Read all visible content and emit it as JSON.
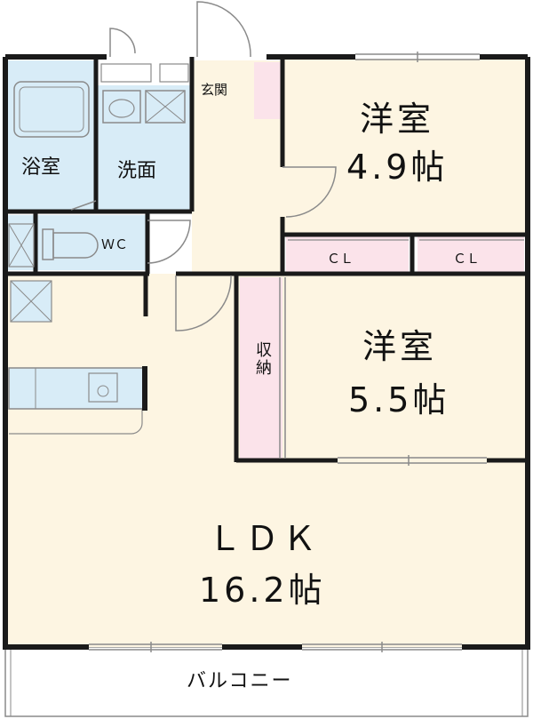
{
  "floorplan": {
    "rooms": {
      "western_room_1": {
        "name": "洋室",
        "size": "4.9帖"
      },
      "western_room_2": {
        "name": "洋室",
        "size": "5.5帖"
      },
      "ldk": {
        "name": "ＬＤＫ",
        "size": "16.2帖"
      },
      "bath": {
        "name": "浴室"
      },
      "washroom": {
        "name": "洗面"
      },
      "entrance": {
        "name": "玄関"
      },
      "toilet": {
        "name": "ＷＣ"
      },
      "closet_1": {
        "name": "ＣＬ"
      },
      "closet_2": {
        "name": "ＣＬ"
      },
      "storage": {
        "name": "収納"
      },
      "balcony": {
        "name": "バルコニー"
      }
    },
    "colors": {
      "wall": "#1a1a1a",
      "room_floor": "#fdf5e2",
      "wet_area": "#d8ecf7",
      "storage": "#fbe3ea",
      "line": "#8a8a8a"
    }
  }
}
